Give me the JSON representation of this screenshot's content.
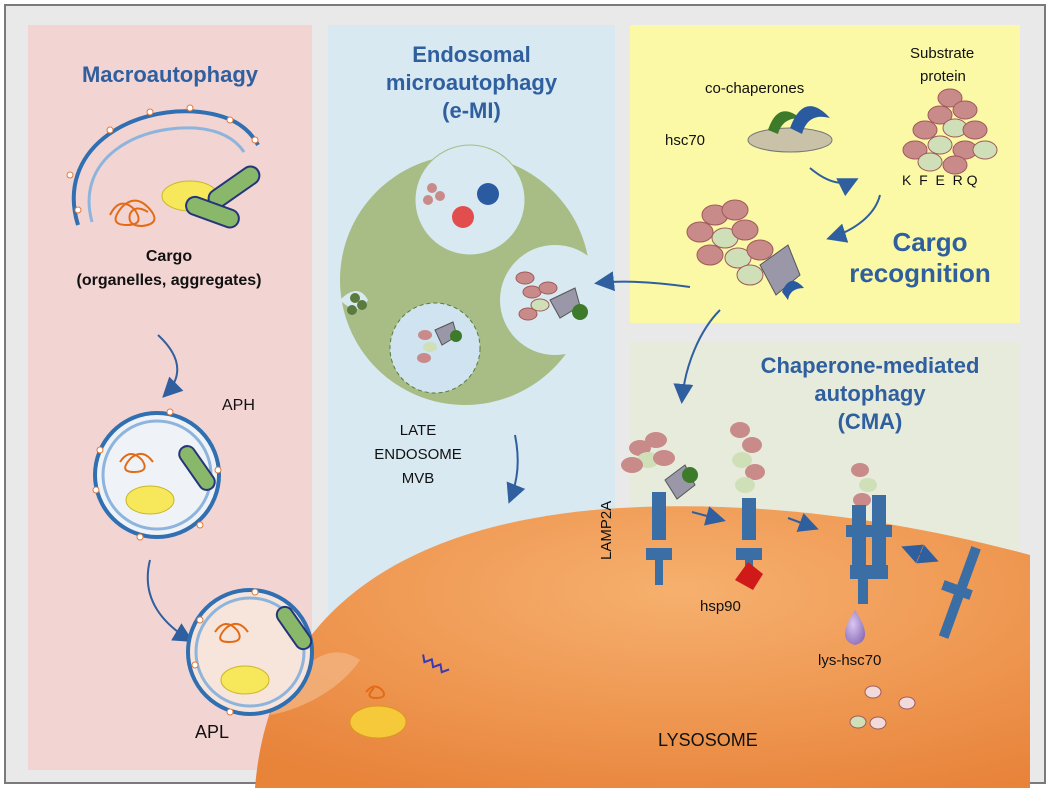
{
  "panels": {
    "macro": {
      "title": "Macroautophagy",
      "cargo_line1": "Cargo",
      "cargo_line2": "(organelles, aggregates)",
      "aph": "APH",
      "apl": "APL"
    },
    "emi": {
      "title_line1": "Endosomal",
      "title_line2": "microautophagy",
      "title_line3": "(e-MI)",
      "late_line1": "LATE",
      "late_line2": "ENDOSOME",
      "late_line3": "MVB"
    },
    "cargo_recognition": {
      "cochaperones": "co-chaperones",
      "hsc70": "hsc70",
      "substrate_line1": "Substrate",
      "substrate_line2": "protein",
      "motif": "K  F  E  R Q",
      "title_line1": "Cargo",
      "title_line2": "recognition"
    },
    "cma": {
      "title_line1": "Chaperone-mediated",
      "title_line2": "autophagy",
      "title_line3": "(CMA)",
      "lamp2a": "LAMP2A",
      "hsp90": "hsp90",
      "lys_hsc70": "lys-hsc70",
      "lysosome": "LYSOSOME"
    }
  },
  "colors": {
    "macro_bg": "#f2d4d2",
    "emi_bg": "#d8e9f2",
    "cargo_bg": "#fbf8a6",
    "cma_bg": "#e7ebdb",
    "lysosome": "#ef9a55",
    "title_blue": "#2f5f9e",
    "arrow_blue": "#2f5f9e",
    "endosome_green": "#a7bd85",
    "receptor_blue": "#3a6ea5"
  }
}
